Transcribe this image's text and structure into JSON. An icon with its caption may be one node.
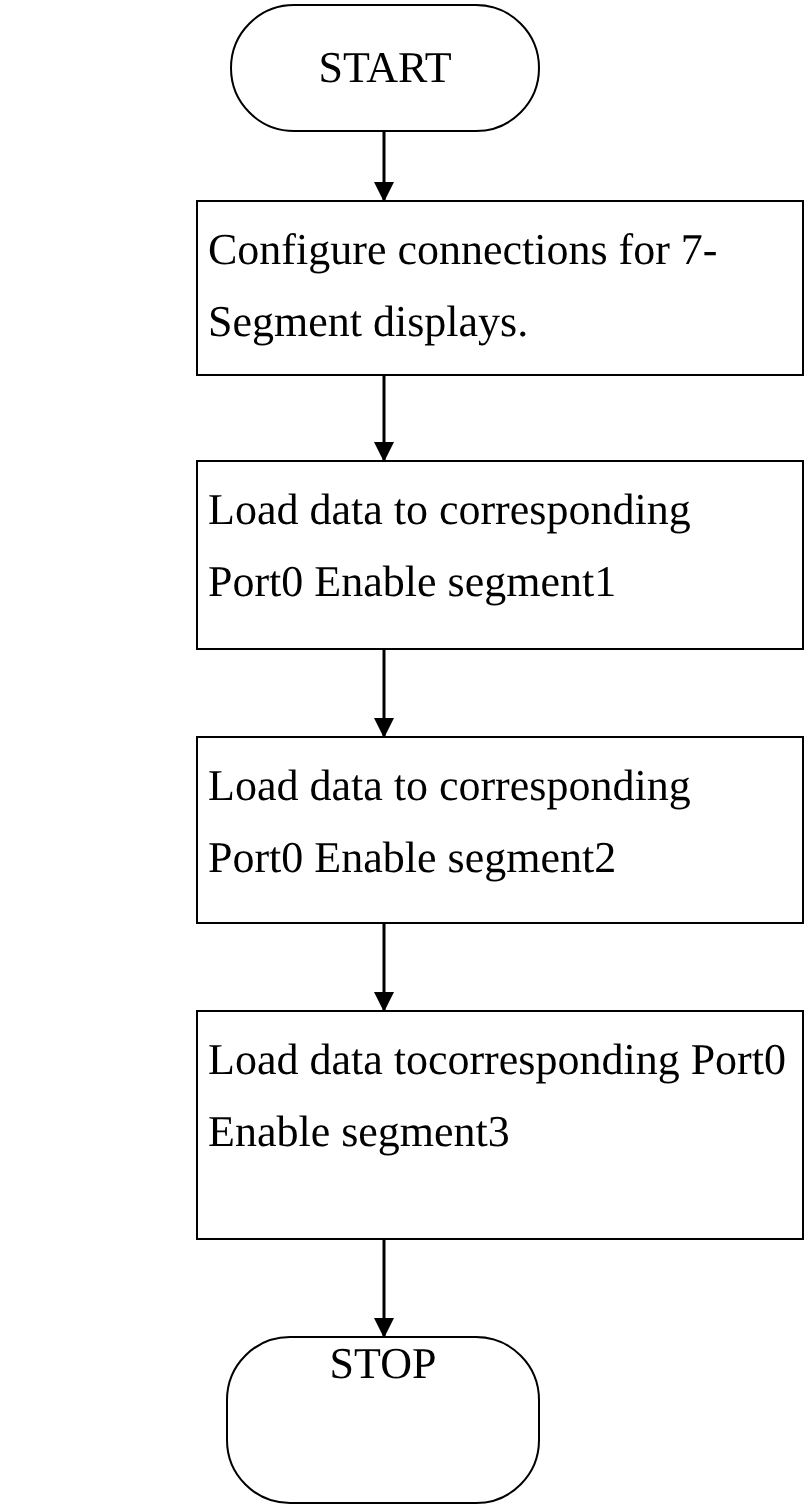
{
  "diagram": {
    "nodes": [
      {
        "text": [
          "START"
        ]
      },
      {
        "text": [
          "Configure connections for 7- Segment displays."
        ]
      },
      {
        "text": [
          "Load data to corresponding Port0 Enable segment1"
        ]
      },
      {
        "text": [
          "Load data to corresponding Port0 Enable segment2"
        ]
      },
      {
        "text": [
          "Load data tocorresponding Port0 Enable segment3"
        ]
      },
      {
        "text": [
          "STOP"
        ]
      }
    ],
    "edges": [
      {
        "from": 0,
        "to": 1,
        "arrow": "to"
      },
      {
        "from": 1,
        "to": 2,
        "arrow": "to"
      },
      {
        "from": 2,
        "to": 3,
        "arrow": "to"
      },
      {
        "from": 3,
        "to": 4,
        "arrow": "to"
      },
      {
        "from": 4,
        "to": 5,
        "arrow": "to"
      }
    ]
  }
}
